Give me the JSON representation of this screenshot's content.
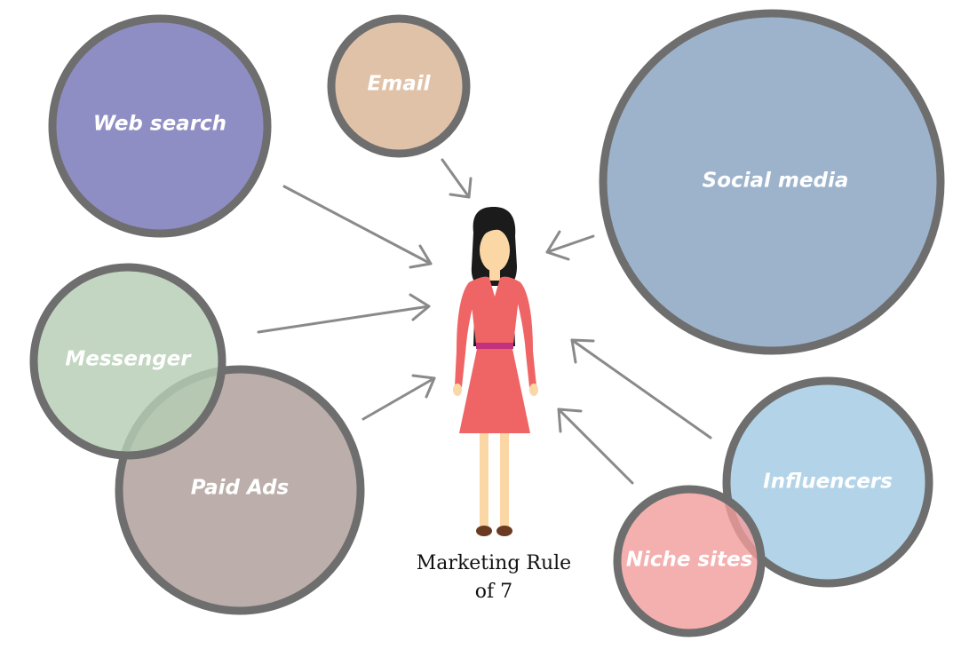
{
  "channels": [
    {
      "id": "web-search",
      "label": "Web search",
      "color": "#8f8ec4"
    },
    {
      "id": "email",
      "label": "Email",
      "color": "#e0c2a8"
    },
    {
      "id": "social-media",
      "label": "Social media",
      "color": "#9db3cb"
    },
    {
      "id": "messenger",
      "label": "Messenger",
      "color": "#b5cdb3"
    },
    {
      "id": "paid-ads",
      "label": "Paid Ads",
      "color": "#b8aba6"
    },
    {
      "id": "influencers",
      "label": "Influencers",
      "color": "#b3d4e8"
    },
    {
      "id": "niche-sites",
      "label": "Niche sites",
      "color": "#f19b9b"
    }
  ],
  "caption": {
    "line1": "Marketing Rule",
    "line2": "of 7"
  },
  "colors": {
    "bubble_outline": "#6e6e6e",
    "arrow": "#8a8a8a",
    "dress": "#ef6464",
    "skin": "#fcd7a6",
    "hair": "#1b1b1b",
    "belt": "#c2317c"
  }
}
